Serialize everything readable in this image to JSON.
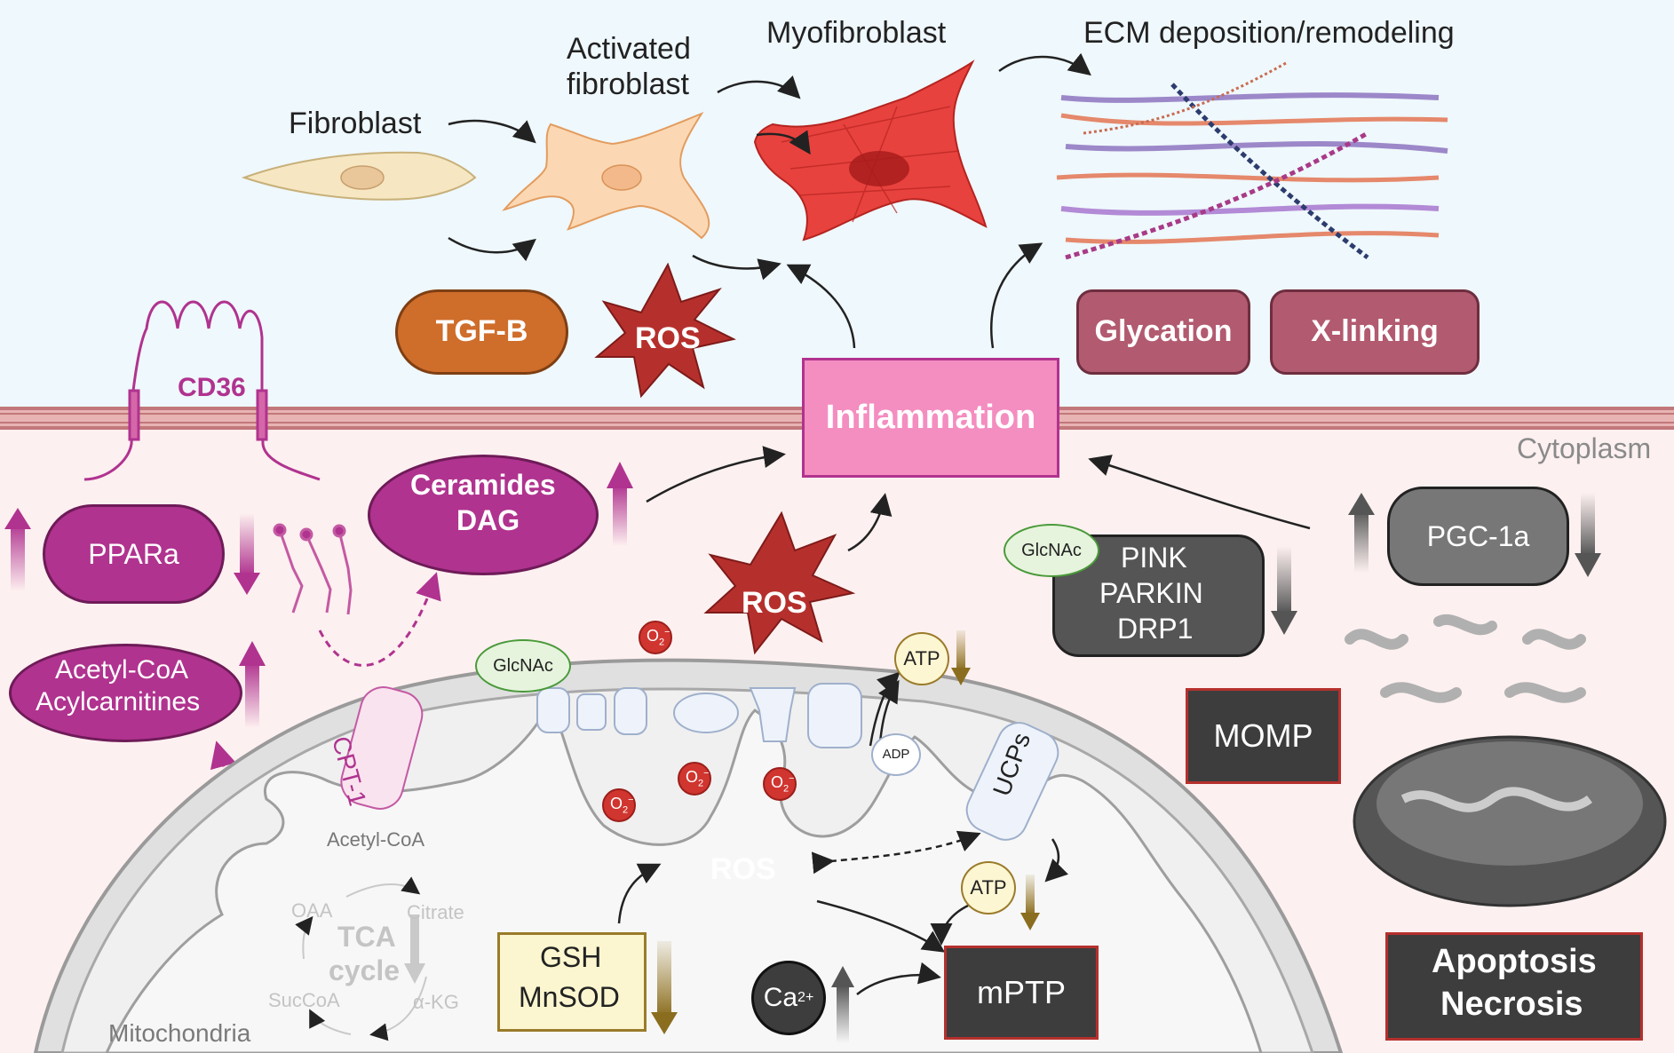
{
  "cells": {
    "fibroblast": "Fibroblast",
    "activated_line1": "Activated",
    "activated_line2": "fibroblast",
    "myofibroblast": "Myofibroblast",
    "ecm": "ECM deposition/remodeling"
  },
  "extracellular": {
    "tgfb": "TGF-B",
    "ros": "ROS",
    "glycation": "Glycation",
    "xlinking": "X-linking"
  },
  "membrane": {
    "cd36": "CD36",
    "inflammation": "Inflammation",
    "cytoplasm": "Cytoplasm"
  },
  "cytosol": {
    "ppara": "PPARa",
    "ceramides_line1": "Ceramides",
    "ceramides_line2": "DAG",
    "acetyl_line1": "Acetyl-CoA",
    "acetyl_line2": "Acylcarnitines",
    "cpt1": "CPT-1",
    "ros_main": "ROS",
    "glcnac_a": "GlcNAc",
    "glcnac_b": "GlcNAc",
    "pink_line1": "PINK",
    "pink_line2": "PARKIN",
    "pink_line3": "DRP1",
    "pgc1a": "PGC-1a",
    "momp": "MOMP",
    "apoptosis_line1": "Apoptosis",
    "apoptosis_line2": "Necrosis"
  },
  "mitochondria": {
    "label": "Mitochondria",
    "acetyl_coa": "Acetyl-CoA",
    "oaa": "OAA",
    "citrate": "Citrate",
    "tca_line1": "TCA",
    "tca_line2": "cycle",
    "succoa": "SucCoA",
    "akg": "α-KG",
    "atp_top": "ATP",
    "adp": "ADP",
    "ucps": "UCPs",
    "atp_mid": "ATP",
    "ros_inner": "ROS",
    "gsh_line1": "GSH",
    "gsh_line2": "MnSOD",
    "ca": "Ca",
    "ca_sup": "2+",
    "mptp": "mPTP",
    "superoxide": "O",
    "superoxide_sub": "2",
    "superoxide_sup": "−"
  },
  "colors": {
    "sky": "#eff8fc",
    "cytosol": "#fdf0f0",
    "membrane": "#c2787a",
    "magenta": "#b0338f",
    "ros_red": "#b5302d",
    "tgfb_orange": "#cf6d2a",
    "glycation": "#b25a6f",
    "inflammation": "#f48dc0",
    "dark_box": "#3d3d3d",
    "gold": "#9a7b2a"
  }
}
